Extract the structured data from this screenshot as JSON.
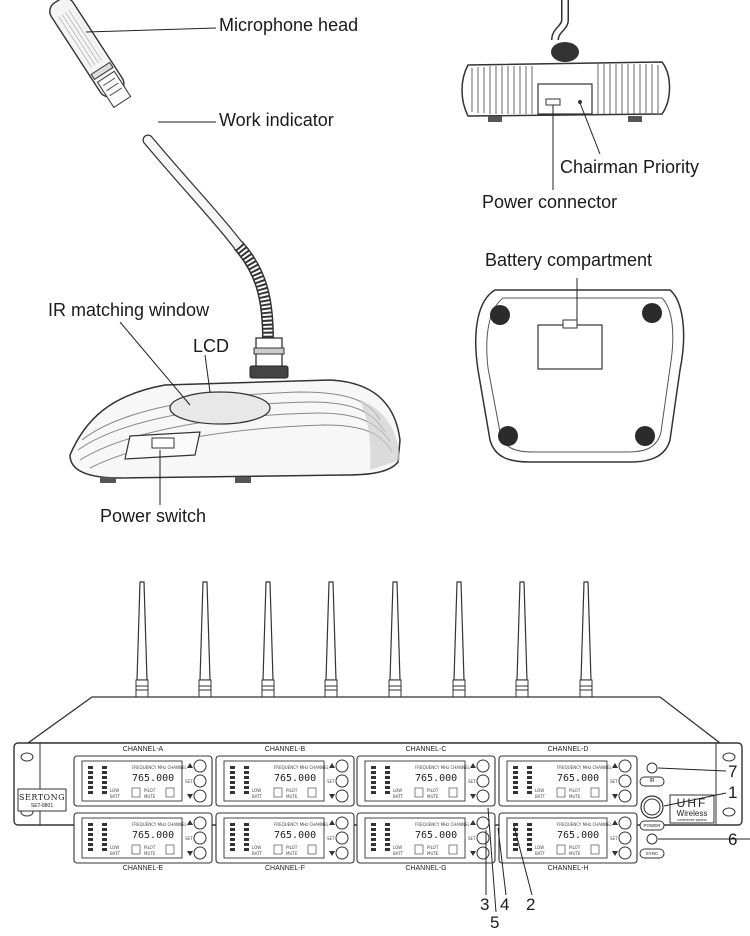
{
  "microphone_labels": {
    "microphone_head": "Microphone head",
    "work_indicator": "Work indicator",
    "ir_matching_window": "IR matching window",
    "lcd": "LCD",
    "power_switch": "Power switch"
  },
  "rear_view_labels": {
    "chairman_priority": "Chairman Priority",
    "power_connector": "Power connector"
  },
  "bottom_view_labels": {
    "battery_compartment": "Battery compartment"
  },
  "receiver": {
    "brand": "SERTONG",
    "model": "SET-8801",
    "channels_top": [
      "CHANNEL-A",
      "CHANNEL-B",
      "CHANNEL-C",
      "CHANNEL-D"
    ],
    "channels_bottom": [
      "CHANNEL-E",
      "CHANNEL-F",
      "CHANNEL-G",
      "CHANNEL-H"
    ],
    "lcd_frequency": "765.000",
    "lcd_header": "FREQUENCY MHz CHANNEL",
    "lcd_low": "LOW",
    "lcd_batt": "BATT",
    "lcd_pilot": "PILOT",
    "lcd_mute": "MUTE",
    "set_label": "SET",
    "ir_label": "IR",
    "power_label": "POWER",
    "sync_label": "SYNC",
    "uhf": "UHF",
    "wireless": "Wireless",
    "subtitle": "conference system",
    "callouts": [
      "1",
      "2",
      "3",
      "4",
      "5",
      "6",
      "7"
    ]
  }
}
